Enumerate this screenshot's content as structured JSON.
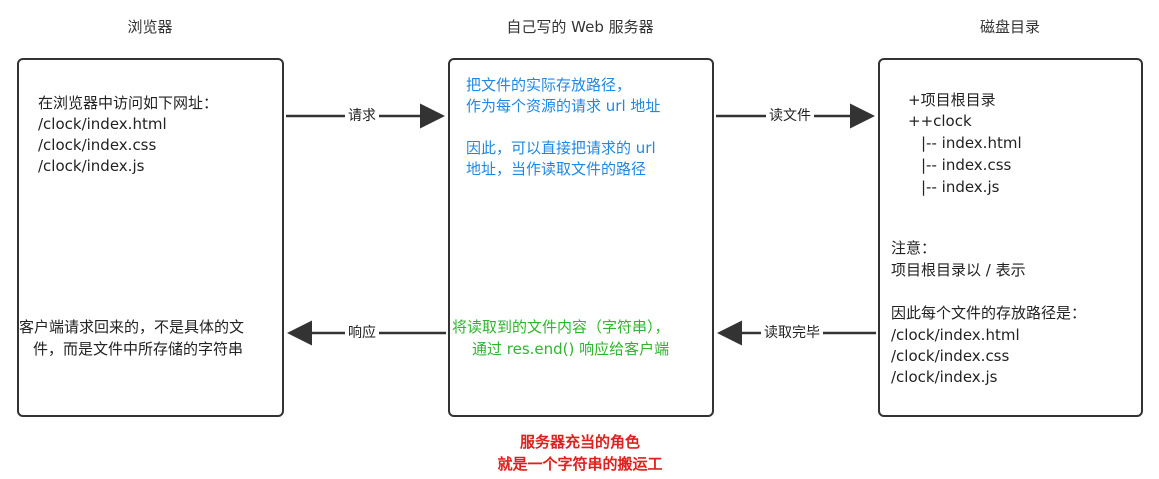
{
  "titles": {
    "browser": "浏览器",
    "server": "自己写的 Web 服务器",
    "disk": "磁盘目录"
  },
  "browser_box": {
    "intro": "在浏览器中访问如下网址：",
    "urls": [
      "/clock/index.html",
      "/clock/index.css",
      "/clock/index.js"
    ],
    "response_line1": "客户端请求回来的，不是具体的文",
    "response_line2": "件，而是文件中所存储的字符串"
  },
  "server_box": {
    "line1": "把文件的实际存放路径，",
    "line2": "作为每个资源的请求 url 地址",
    "line3": "因此，可以直接把请求的 url",
    "line4": "地址，当作读取文件的路径",
    "green1": "将读取到的文件内容（字符串），",
    "green2": "通过 res.end() 响应给客户端"
  },
  "disk_box": {
    "tree": [
      "+项目根目录",
      "++clock",
      "|-- index.html",
      "|-- index.css",
      "|-- index.js"
    ],
    "note_title": "注意：",
    "note_text": "项目根目录以 / 表示",
    "path_intro": "因此每个文件的存放路径是：",
    "paths": [
      "/clock/index.html",
      "/clock/index.css",
      "/clock/index.js"
    ]
  },
  "arrows": {
    "request": "请求",
    "read_file": "读文件",
    "read_done": "读取完毕",
    "response": "响应"
  },
  "footer": {
    "line1": "服务器充当的角色",
    "line2": "就是一个字符串的搬运工"
  },
  "colors": {
    "blue_text": "#1e88e5",
    "green_text": "#2fb52f",
    "footer_red": "#e0201e",
    "border": "#333333"
  }
}
